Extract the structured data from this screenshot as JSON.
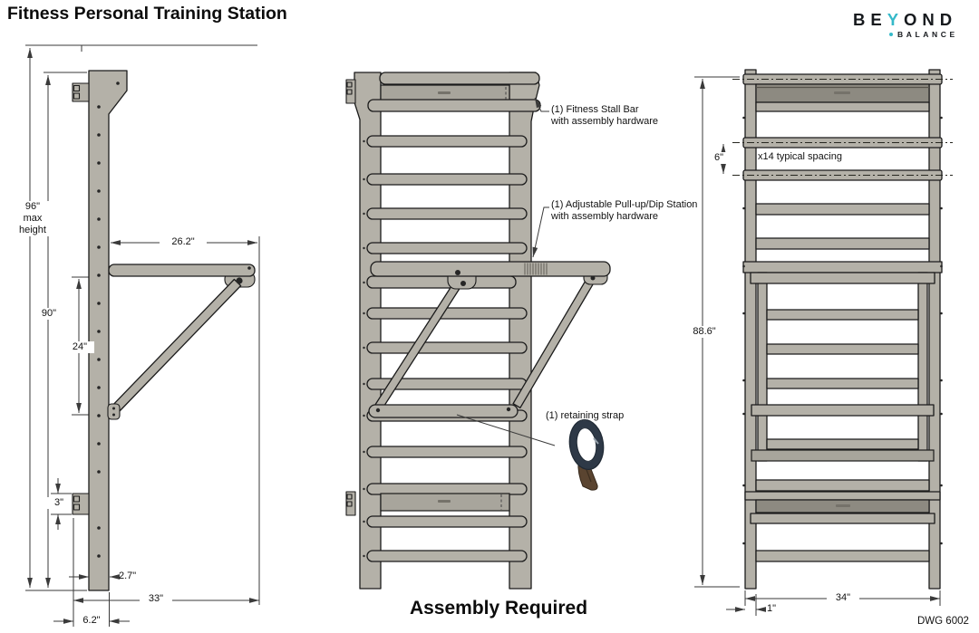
{
  "header": {
    "title": "Fitness Personal Training Station",
    "logo": {
      "prefix": "BE",
      "accent": "Y",
      "suffix": "OND",
      "sub": "BALANCE",
      "accent_color": "#35b9c9"
    }
  },
  "side_view": {
    "dim_96_line1": "96\"",
    "dim_96_line2": "max",
    "dim_96_line3": "height",
    "dim_90": "90\"",
    "dim_24": "24\"",
    "dim_26_2": "26.2\"",
    "dim_3": "3\"",
    "dim_2_7": "2.7\"",
    "dim_33": "33\"",
    "dim_6_2": "6.2\""
  },
  "front_view": {
    "callout_stall_bar_line1": "(1) Fitness Stall Bar",
    "callout_stall_bar_line2": "with assembly hardware",
    "callout_pullup_line1": "(1) Adjustable Pull-up/Dip Station",
    "callout_pullup_line2": "with assembly hardware",
    "callout_strap": "(1) retaining strap"
  },
  "flat_view": {
    "dim_6": "6\"",
    "spacing_note": "x14 typical spacing",
    "dim_88_6": "88.6\"",
    "dim_34": "34\"",
    "dim_1": "1\""
  },
  "footer": {
    "assembly_note": "Assembly Required",
    "drawing_number": "DWG 6002"
  }
}
